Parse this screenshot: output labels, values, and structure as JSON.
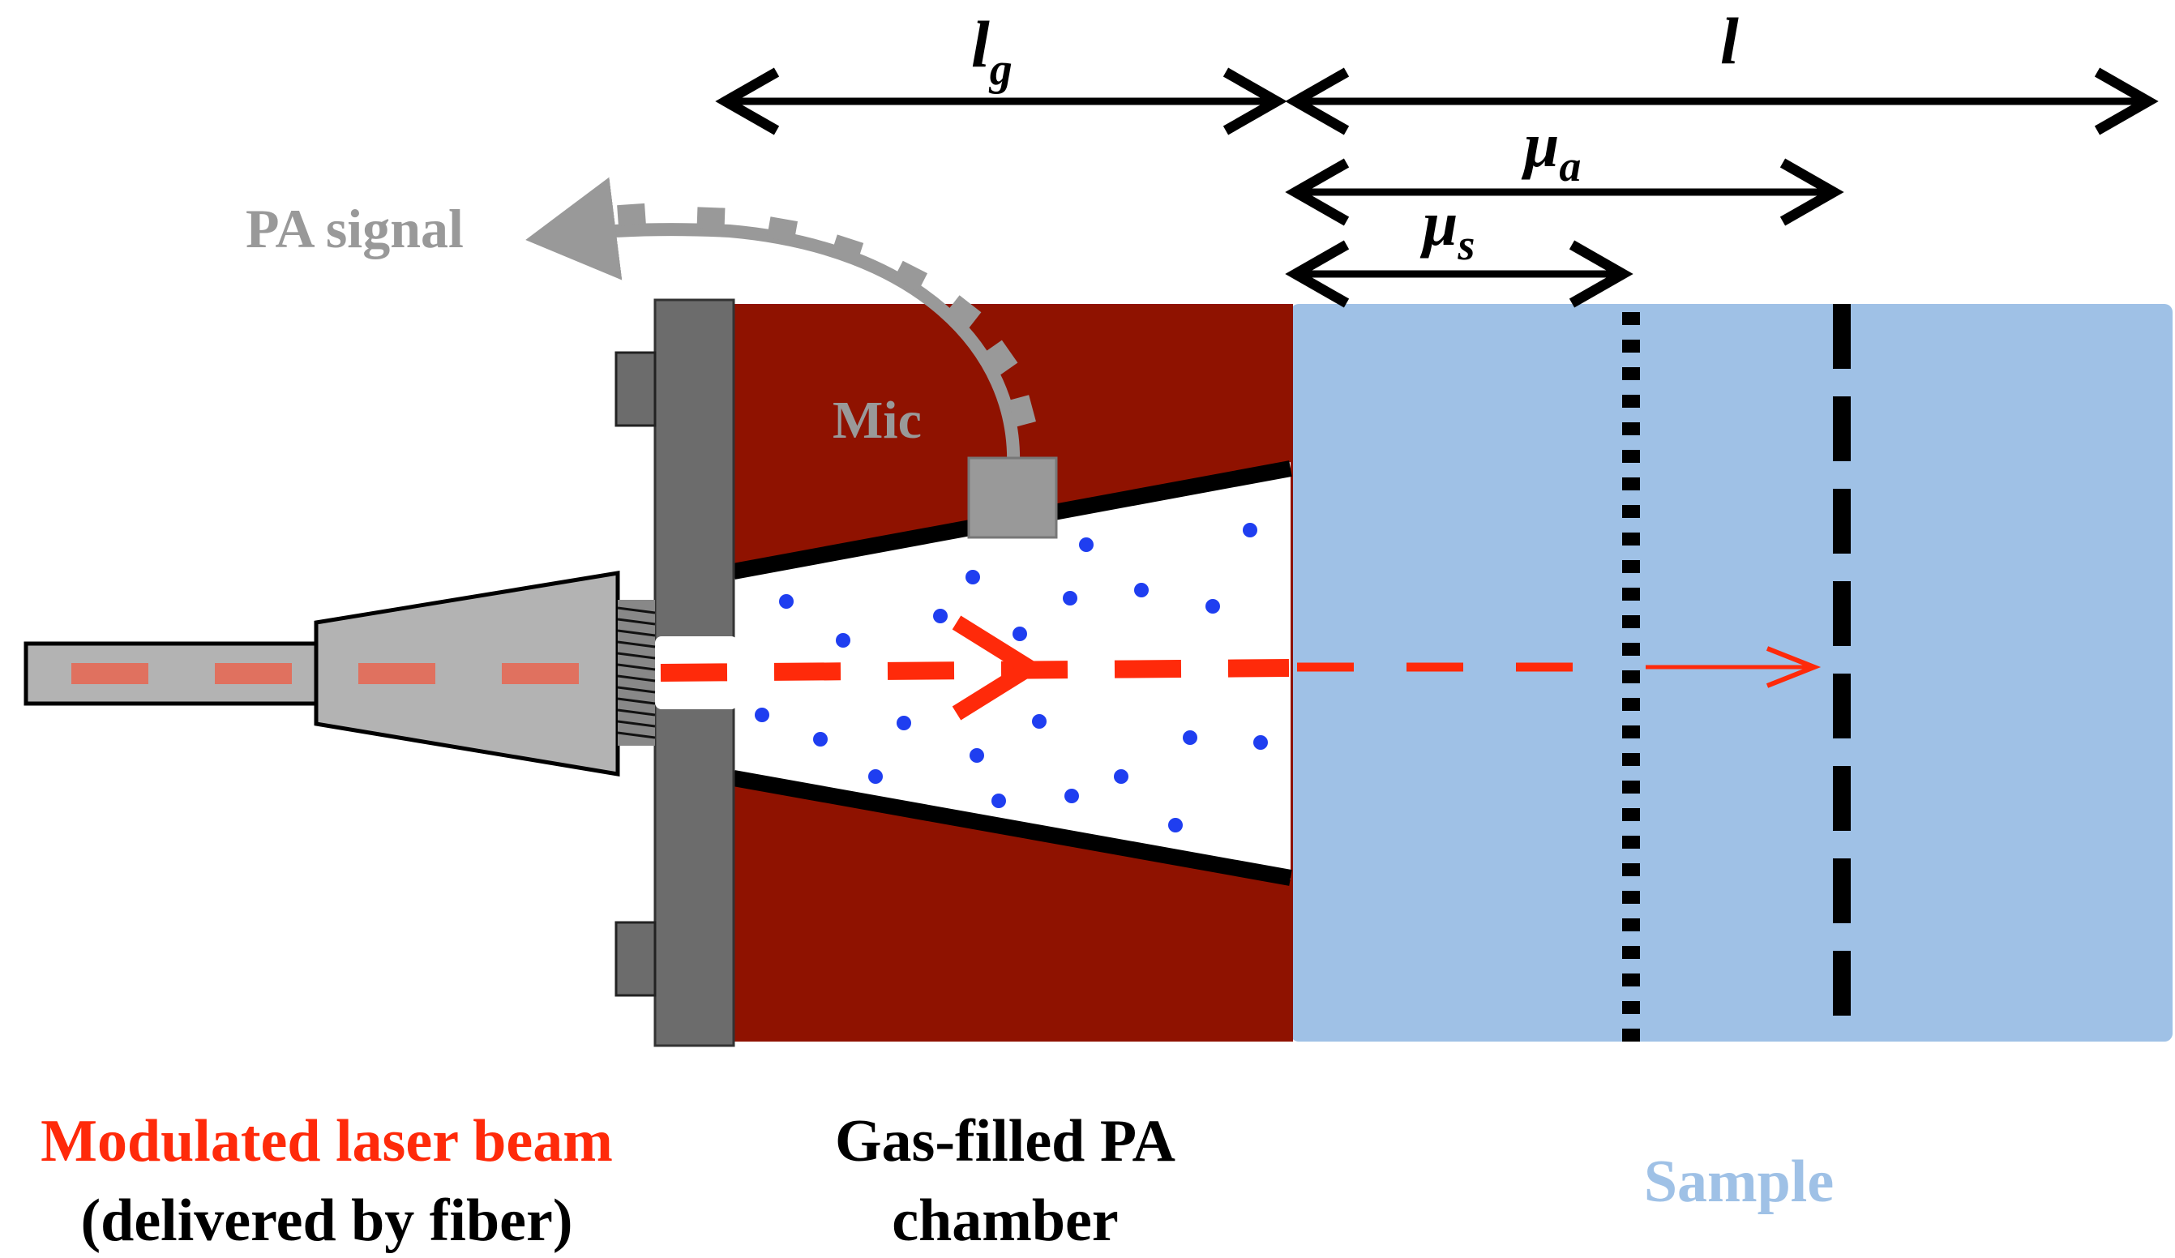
{
  "dimensions": {
    "lg": "l",
    "lg_sub": "g",
    "l": "l",
    "mua": "μ",
    "mua_sub": "a",
    "mus": "μ",
    "mus_sub": "s"
  },
  "labels": {
    "pa_signal": "PA signal",
    "mic": "Mic",
    "laser_line1": "Modulated laser beam",
    "laser_line2": "(delivered by fiber)",
    "chamber_line1": "Gas-filled PA",
    "chamber_line2": "chamber",
    "sample": "Sample"
  },
  "colors": {
    "chamber": "#8f1200",
    "sample": "#9fc1e6",
    "wall": "#6c6c6c",
    "fiber": "#b3b3b3",
    "beam": "#ff2a0a",
    "beam_fiber": "#e0715f",
    "particles": "#1f3ef0",
    "signal": "#999999",
    "laser_text": "#ff2a0a",
    "sample_text": "#9fc1e6"
  }
}
